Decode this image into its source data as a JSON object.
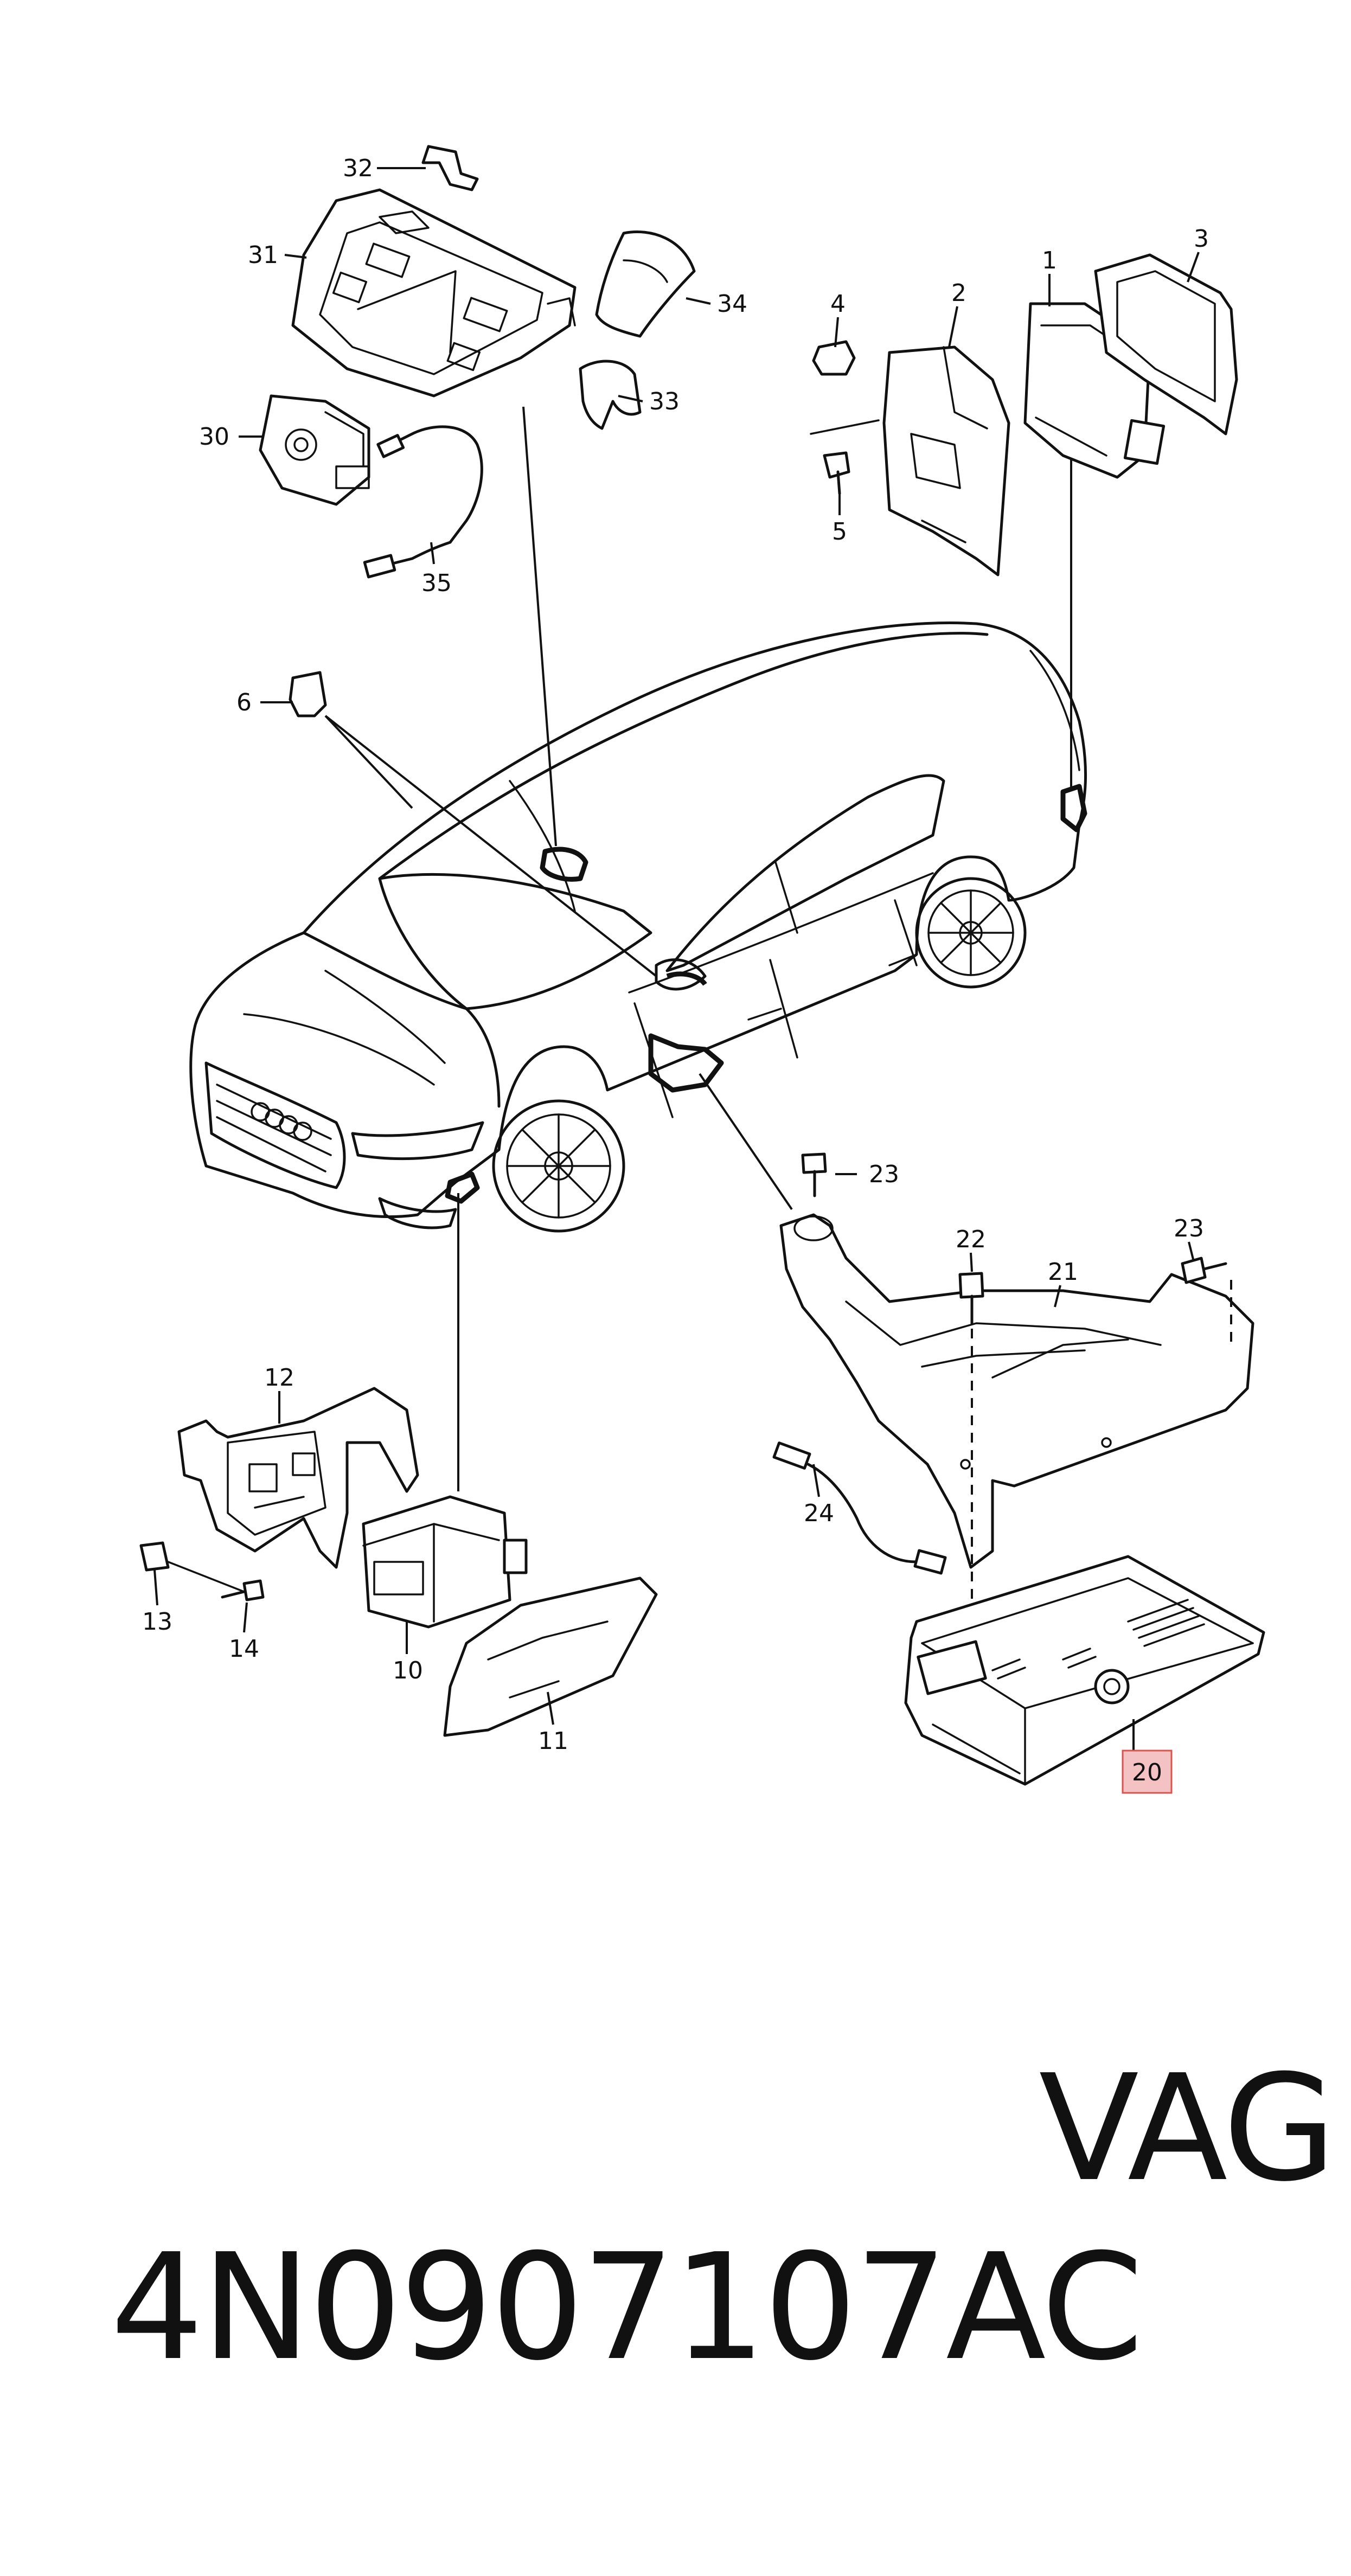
{
  "callouts": [
    "1",
    "2",
    "3",
    "4",
    "5",
    "6",
    "10",
    "11",
    "12",
    "13",
    "14",
    "20",
    "21",
    "22",
    "23",
    "23",
    "24",
    "30",
    "31",
    "32",
    "33",
    "34",
    "35"
  ],
  "highlighted_callout": "20",
  "highlight_color": "#f4c2c2",
  "highlight_border_color": "#d9534f",
  "part_number": "4N0907107AC",
  "vendor": "VAG"
}
